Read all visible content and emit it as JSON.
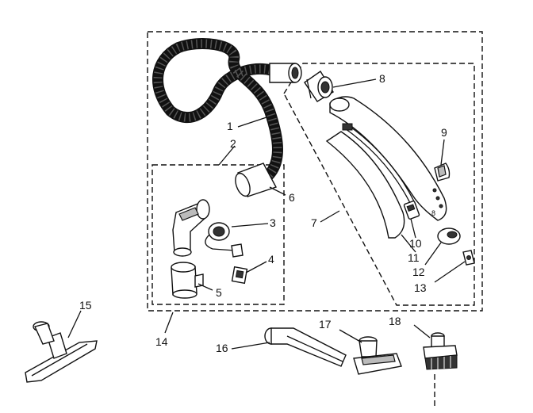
{
  "diagram": {
    "part_numbers": [
      "1",
      "2",
      "3",
      "4",
      "5",
      "6",
      "7",
      "8",
      "9",
      "10",
      "11",
      "12",
      "13",
      "14",
      "15",
      "16",
      "17",
      "18"
    ],
    "parts": [
      {
        "number": "1",
        "icon": "hose-icon"
      },
      {
        "number": "2",
        "icon": "hose-assembly-group-icon"
      },
      {
        "number": "3",
        "icon": "swivel-connector-icon"
      },
      {
        "number": "4",
        "icon": "clip-icon"
      },
      {
        "number": "5",
        "icon": "cuff-icon"
      },
      {
        "number": "6",
        "icon": "hose-cuff-icon"
      },
      {
        "number": "7",
        "icon": "wand-handle-group-icon"
      },
      {
        "number": "8",
        "icon": "handle-swivel-icon"
      },
      {
        "number": "9",
        "icon": "button-icon"
      },
      {
        "number": "10",
        "icon": "switch-icon"
      },
      {
        "number": "11",
        "icon": "wire-harness-icon"
      },
      {
        "number": "12",
        "icon": "latch-icon"
      },
      {
        "number": "13",
        "icon": "spring-icon"
      },
      {
        "number": "14",
        "icon": "assembly-group-icon"
      },
      {
        "number": "15",
        "icon": "floor-tool-icon"
      },
      {
        "number": "16",
        "icon": "crevice-tool-icon"
      },
      {
        "number": "17",
        "icon": "upholstery-tool-icon"
      },
      {
        "number": "18",
        "icon": "dusting-brush-icon"
      }
    ]
  }
}
